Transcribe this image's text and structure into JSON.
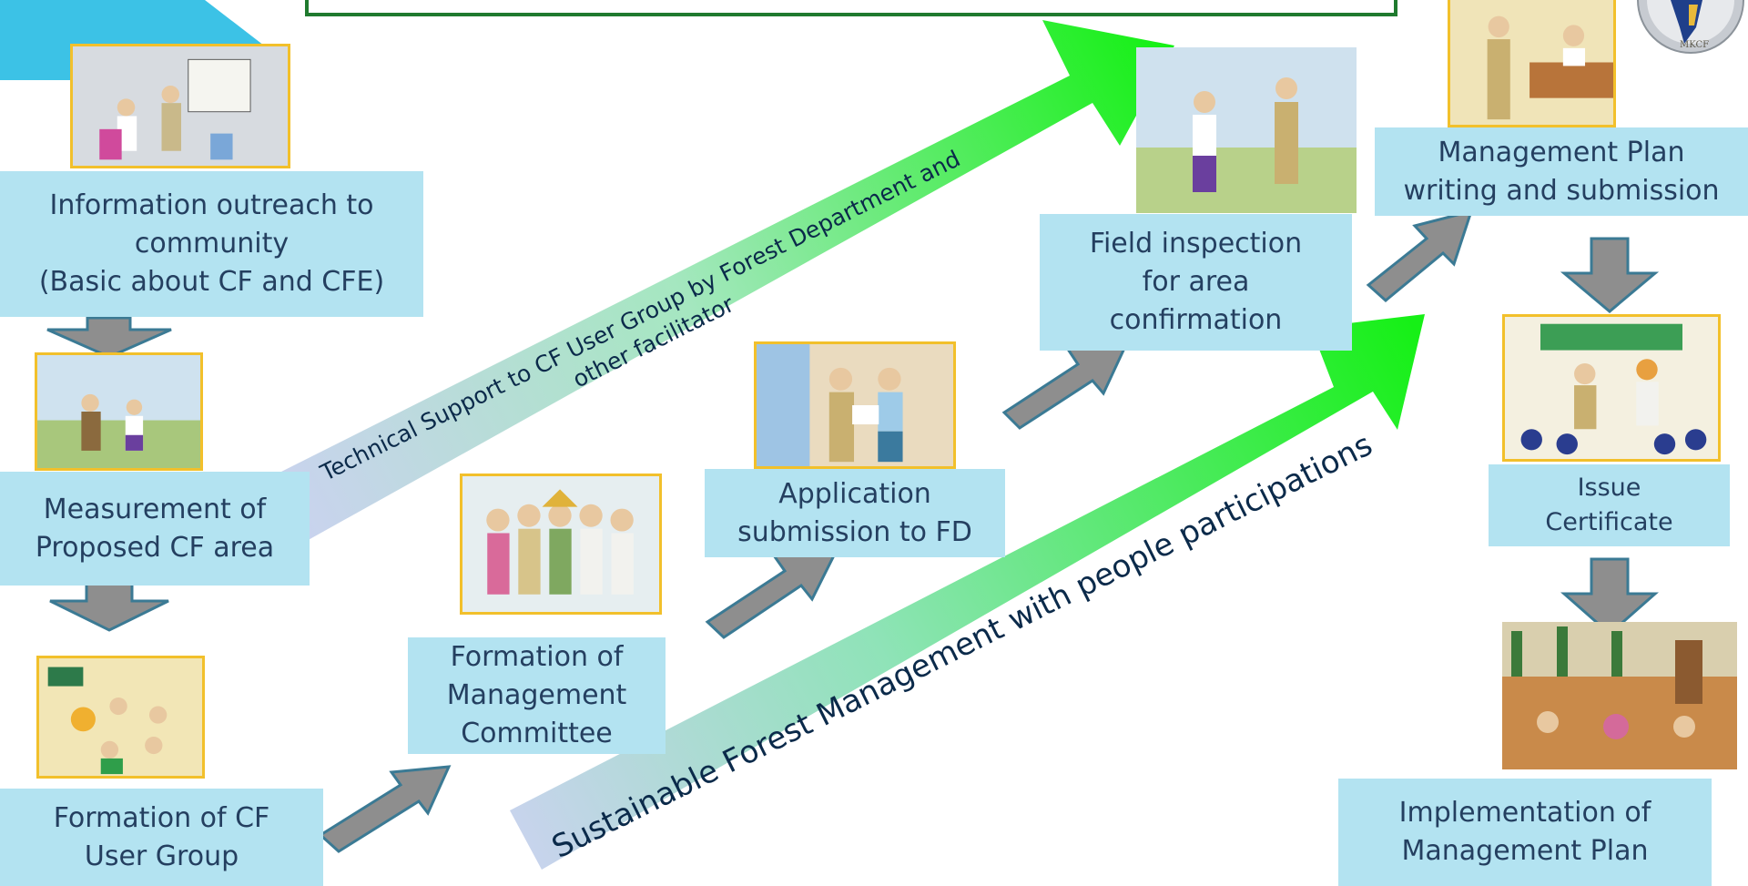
{
  "steps": {
    "outreach": [
      "Information outreach to",
      "community",
      "(Basic about CF and CFE)"
    ],
    "measurement": [
      "Measurement of",
      "Proposed CF area"
    ],
    "cf_user_group": [
      "Formation of CF",
      "User Group"
    ],
    "management_committee": [
      "Formation of",
      "Management",
      "Committee"
    ],
    "application": [
      "Application",
      "submission to FD"
    ],
    "field_inspection": [
      "Field inspection",
      "for area",
      "confirmation"
    ],
    "management_plan": [
      "Management Plan",
      "writing and submission"
    ],
    "certificate": [
      "Issue",
      "Certificate"
    ],
    "implementation": [
      "Implementation of",
      "Management Plan"
    ]
  },
  "banners": {
    "technical_support": [
      "Technical Support to CF User Group by Forest Department and",
      "other facilitator"
    ],
    "sustainable": "Sustainable Forest Management with people participations"
  },
  "logo": {
    "text": "MKCF"
  },
  "colors": {
    "box_fill": "#b3e3f1",
    "box_text": "#243f60",
    "arrow_gray": "#8e8e8e",
    "arrow_outline": "#3b7a94",
    "green_arrow": "#22ee22",
    "header_green": "#1f7a2e",
    "header_cyan": "#3cc2e6",
    "picture_border": "#f2c02b"
  }
}
